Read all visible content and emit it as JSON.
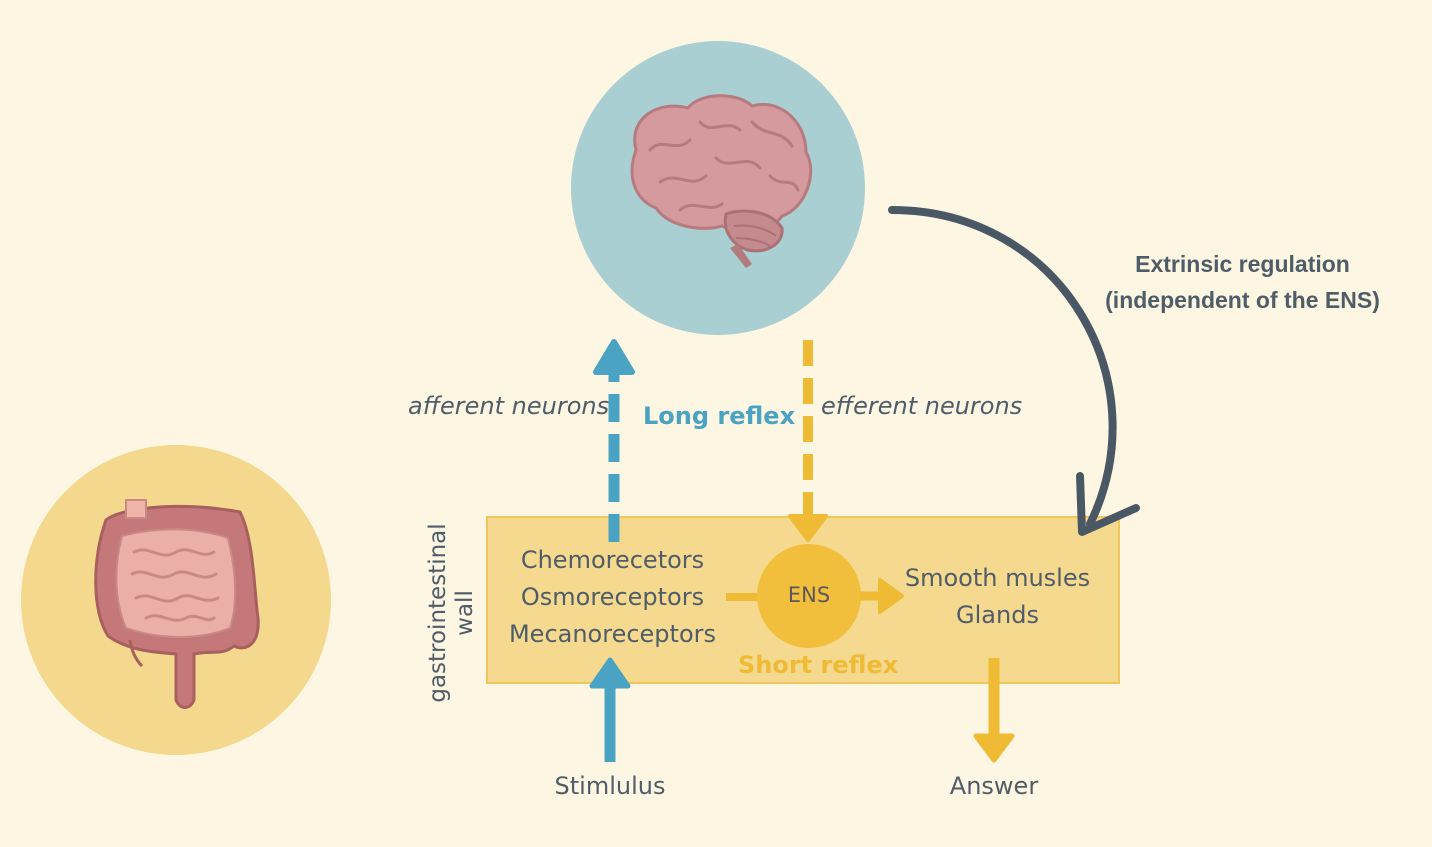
{
  "diagram": {
    "extrinsic_line1": "Extrinsic regulation",
    "extrinsic_line2": "(independent of the ENS)",
    "afferent": "afferent neurons",
    "efferent": "efferent neurons",
    "long_reflex": "Long reflex",
    "short_reflex": "Short reflex",
    "ens": "ENS",
    "wall_line1": "gastrointestinal",
    "wall_line2": "wall",
    "receptors": [
      "Chemorecetors",
      "Osmoreceptors",
      "Mecanoreceptors"
    ],
    "effectors": [
      "Smooth musles",
      "Glands"
    ],
    "stimulus": "Stimlulus",
    "answer": "Answer"
  },
  "icons": {
    "brain": "brain-illustration",
    "intestine": "intestine-illustration"
  },
  "colors": {
    "background": "#fdf6e2",
    "brain_circle": "#a9cfd3",
    "intestine_circle": "#f4d88d",
    "wall_box": "#f5d98f",
    "ens": "#f2bf3c",
    "blue_arrow": "#4aa3c2",
    "yellow_arrow": "#f0bb34",
    "dark_arrow": "#4a5866",
    "text": "#4f5d69"
  }
}
